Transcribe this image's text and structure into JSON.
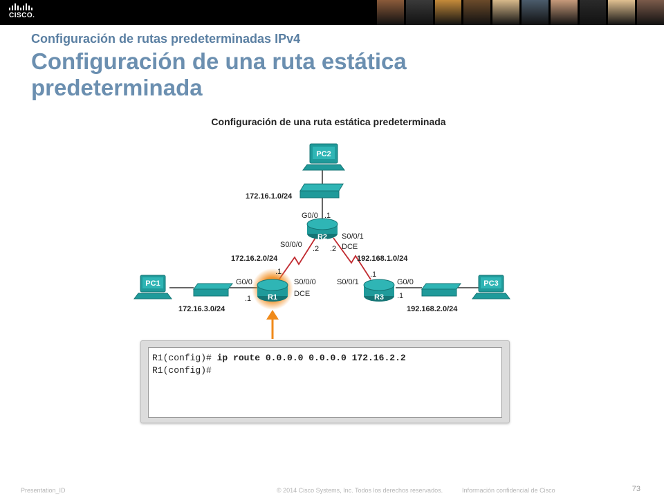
{
  "header": {
    "logo_text": "CISCO.",
    "colors": {
      "bar": "#000000",
      "photo_strip": [
        "#8a5a3a",
        "#3a3a3a",
        "#c58a3a",
        "#6a4a2a",
        "#d7b98a",
        "#4b5b6b",
        "#c79a7a",
        "#2a2a2a",
        "#e0c090",
        "#7a5a4a"
      ]
    }
  },
  "slide": {
    "subtitle": "Configuración de rutas predeterminadas IPv4",
    "title": "Configuración de una ruta estática predeterminada"
  },
  "diagram": {
    "title": "Configuración de una ruta estática predeterminada",
    "devices": {
      "pc1": "PC1",
      "pc2": "PC2",
      "pc3": "PC3",
      "r1": "R1",
      "r2": "R2",
      "r3": "R3"
    },
    "networks": {
      "lan_r2": "172.16.1.0/24",
      "lan_r1": "172.16.3.0/24",
      "lan_r3": "192.168.2.0/24",
      "wan_r1_r2": "172.16.2.0/24",
      "wan_r2_r3": "192.168.1.0/24"
    },
    "interfaces": {
      "r2_g00": "G0/0",
      "r2_g00_ip": ".1",
      "r2_s000": "S0/0/0",
      "r2_s000_ip": ".2",
      "r2_s001": "S0/0/1",
      "r2_s001_ip": ".2",
      "r2_dce": "DCE",
      "r1_g00": "G0/0",
      "r1_g00_ip": ".1",
      "r1_s000": "S0/0/0",
      "r1_s000_ip": ".1",
      "r1_dce": "DCE",
      "r3_s001": "S0/0/1",
      "r3_s001_ip": ".1",
      "r3_g00": "G0/0",
      "r3_g00_ip": ".1"
    },
    "colors": {
      "device": "#1f9a9a",
      "device_dark": "#157575",
      "wan_link": "#c0292f",
      "highlight": "#f08a1a",
      "arrow": "#f08a1a"
    }
  },
  "cli": {
    "line1_prompt": "R1(config)# ",
    "line1_cmd": "ip route 0.0.0.0 0.0.0.0 172.16.2.2",
    "line2_prompt": "R1(config)#"
  },
  "footer": {
    "presentation_id": "Presentation_ID",
    "copyright": "© 2014 Cisco Systems, Inc. Todos los derechos reservados.",
    "confidential": "Información confidencial de Cisco",
    "page_number": "73"
  }
}
